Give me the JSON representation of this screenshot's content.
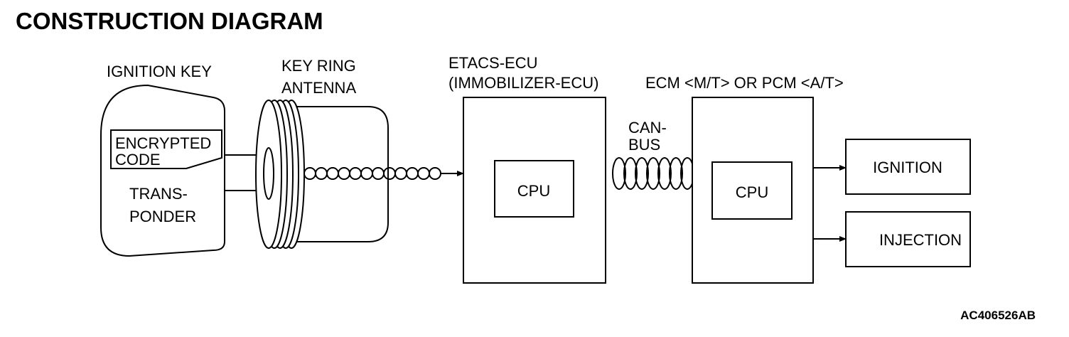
{
  "title": "CONSTRUCTION DIAGRAM",
  "ignition_key": {
    "label": "IGNITION KEY",
    "encrypted_code": [
      "ENCRYPTED",
      "CODE"
    ],
    "transponder": [
      "TRANS-",
      "PONDER"
    ]
  },
  "antenna": {
    "label": [
      "KEY RING",
      "ANTENNA"
    ]
  },
  "etacs": {
    "label": [
      "ETACS-ECU",
      "(IMMOBILIZER-ECU)"
    ],
    "cpu": "CPU"
  },
  "can_bus": {
    "label": [
      "CAN-",
      "BUS"
    ]
  },
  "ecm": {
    "label": "ECM <M/T> OR PCM <A/T>",
    "cpu": "CPU"
  },
  "outputs": {
    "ignition": "IGNITION",
    "injection": "INJECTION"
  },
  "reference": "AC406526AB"
}
